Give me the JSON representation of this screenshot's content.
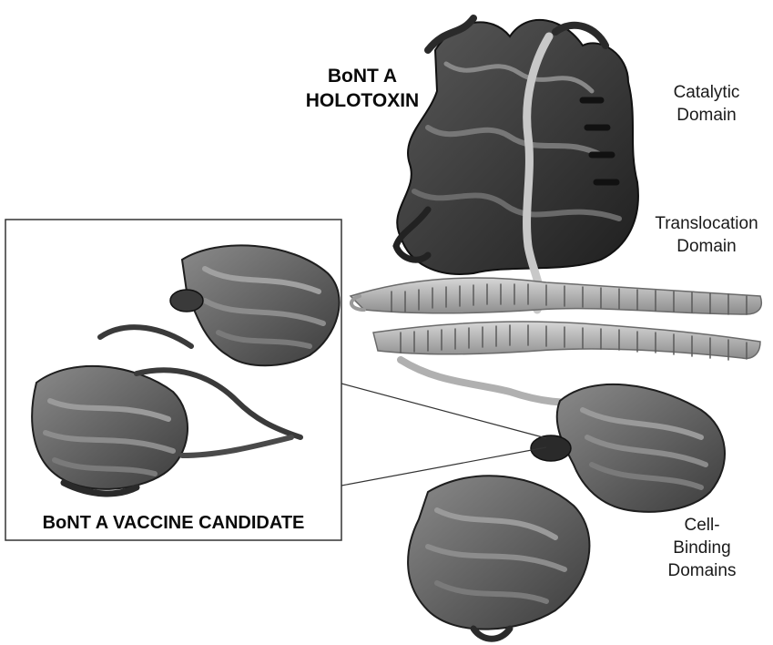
{
  "labels": {
    "holotoxin_line1": "BoNT A",
    "holotoxin_line2": "HOLOTOXIN",
    "catalytic_line1": "Catalytic",
    "catalytic_line2": "Domain",
    "translocation_line1": "Translocation",
    "translocation_line2": "Domain",
    "cellbinding_line1": "Cell-",
    "cellbinding_line2": "Binding",
    "cellbinding_line3": "Domains",
    "vaccine": "BoNT A VACCINE CANDIDATE"
  },
  "colors": {
    "catalytic_domain": "#3a3a3a",
    "translocation_domain": "#b4b4b4",
    "cell_binding_domain": "#5e5e5e",
    "inset_border": "#333333"
  }
}
